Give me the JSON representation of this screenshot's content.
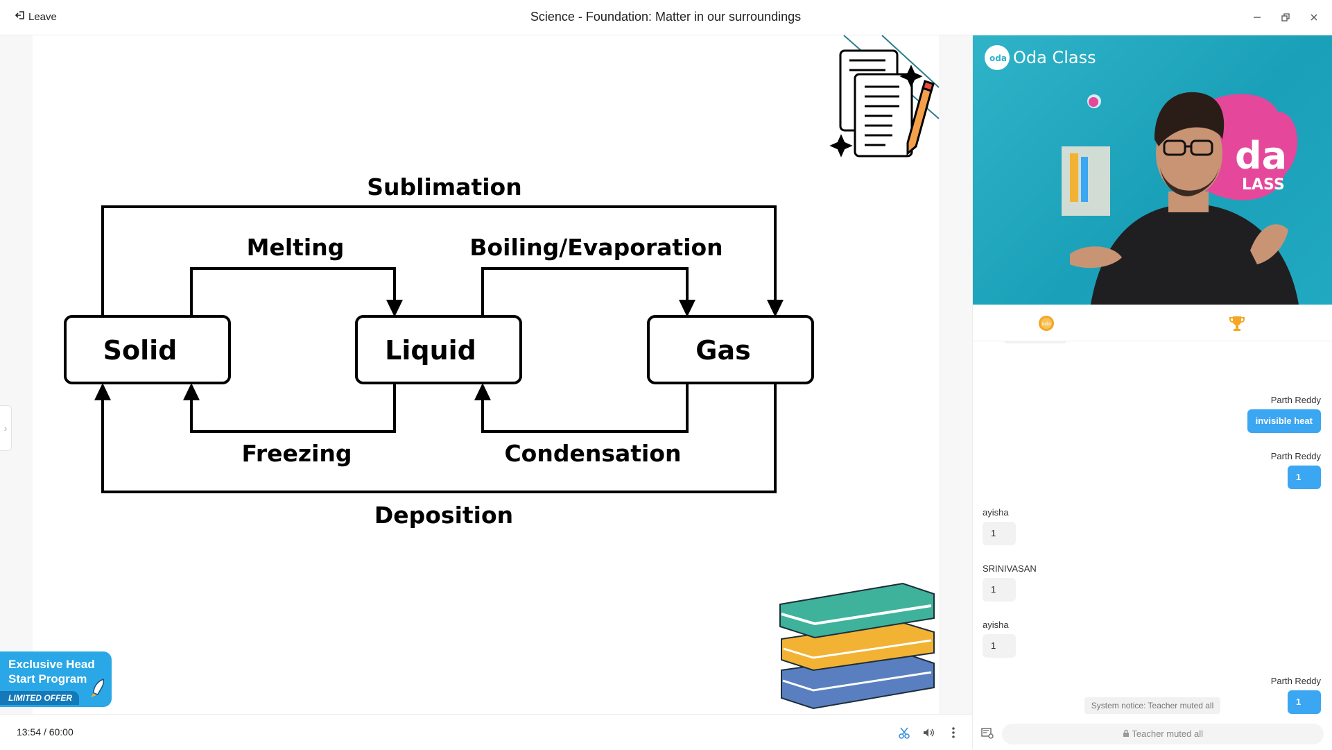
{
  "window": {
    "leave_label": "Leave",
    "title": "Science - Foundation: Matter in our surroundings"
  },
  "slide": {
    "diagram": {
      "nodes": [
        "Solid",
        "Liquid",
        "Gas"
      ],
      "transitions": {
        "sublimation": "Sublimation",
        "melting": "Melting",
        "boiling": "Boiling/Evaporation",
        "freezing": "Freezing",
        "condensation": "Condensation",
        "deposition": "Deposition"
      }
    },
    "decor_icons": [
      "documents-pencil-icon",
      "books-stack-icon"
    ]
  },
  "promo": {
    "line1": "Exclusive Head Start Program",
    "badge": "LIMITED OFFER",
    "colors": {
      "bg": "#2aa7e6",
      "badge": "#1379b8"
    }
  },
  "bottom_bar": {
    "elapsed": "13:54",
    "total": "/ 60:00",
    "icons": [
      "scissors-icon",
      "volume-icon",
      "more-vertical-icon"
    ]
  },
  "video": {
    "brand": "Oda Class",
    "backdrop_text": "da",
    "backdrop_text2": "LASS"
  },
  "tabs": {
    "icons": [
      "coin-icon",
      "trophy-icon"
    ],
    "colors": {
      "coin": "#f5a623",
      "trophy": "#f5a623"
    }
  },
  "chat": {
    "messages": [
      {
        "name": "Parth Reddy",
        "text": "invisible heat",
        "side": "right"
      },
      {
        "name": "Parth Reddy",
        "text": "1",
        "side": "right"
      },
      {
        "name": "ayisha",
        "text": "1",
        "side": "left"
      },
      {
        "name": "SRINIVASAN",
        "text": "1",
        "side": "left"
      },
      {
        "name": "ayisha",
        "text": "1",
        "side": "left"
      },
      {
        "name": "Parth Reddy",
        "text": "1",
        "side": "right"
      }
    ],
    "system_notice": "System notice: Teacher muted all",
    "input_placeholder": "Teacher muted all",
    "colors": {
      "own_bubble": "#3ba6f1",
      "other_bubble": "#f2f2f2"
    }
  }
}
